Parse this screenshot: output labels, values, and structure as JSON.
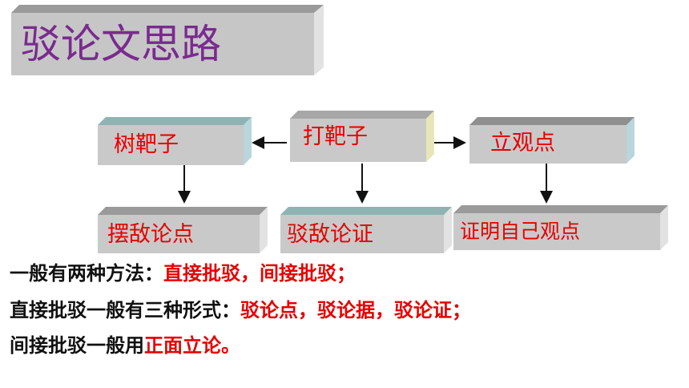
{
  "title": "驳论文思路",
  "diagram": {
    "nodes": {
      "shu_bazi": "树靶子",
      "da_bazi": "打靶子",
      "li_guandian": "立观点",
      "bai_dilundian": "摆敌论点",
      "bo_dilunzheng": "驳敌论证",
      "zhengming_guandian": "证明自己观点"
    }
  },
  "notes": {
    "line1": {
      "prefix": "一般有两种方法：",
      "highlight": "直接批驳，间接批驳；"
    },
    "line2": {
      "prefix": "直接批驳一般有三种形式：",
      "highlight": "驳论点，驳论据，驳论证；"
    },
    "line3": {
      "prefix": "间接批驳一般用",
      "highlight": "正面立论。"
    }
  },
  "colors": {
    "title_text": "#7a2a8f",
    "box_face": "#c9c9c9",
    "box_top": "#8fb3b3",
    "box_side": "#b8d6dc",
    "highlight_text": "#e60000",
    "body_text": "#111111"
  }
}
